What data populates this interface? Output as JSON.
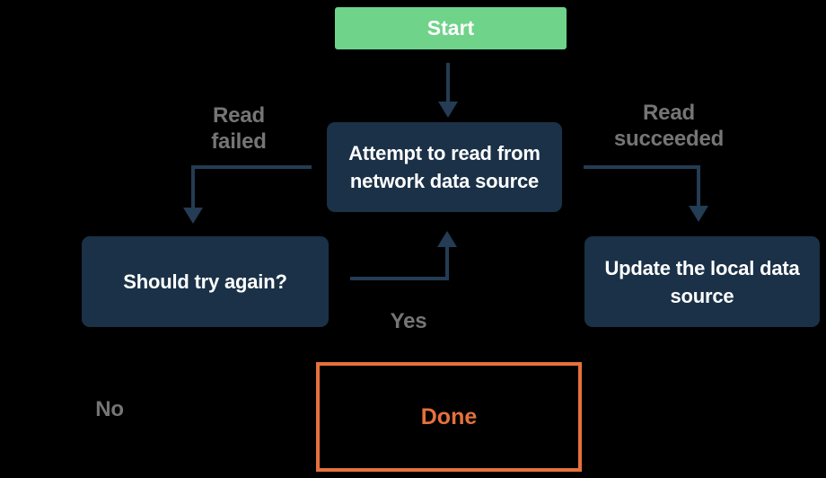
{
  "flowchart": {
    "nodes": {
      "start": {
        "label": "Start"
      },
      "attempt": {
        "label": "Attempt to read from network data source"
      },
      "should_try_again": {
        "label": "Should try again?"
      },
      "update_local": {
        "label": "Update the local data source"
      },
      "done": {
        "label": "Done"
      }
    },
    "edge_labels": {
      "read_failed": "Read\nfailed",
      "read_succeeded": "Read\nsucceeded",
      "yes": "Yes",
      "no": "No"
    },
    "colors": {
      "background": "#000000",
      "start_node_fill": "#6FD389",
      "process_node_fill": "#1A3147",
      "node_text": "#FFFFFF",
      "arrow": "#243C54",
      "edge_label_text": "#757575",
      "done_accent": "#E5713C"
    }
  }
}
